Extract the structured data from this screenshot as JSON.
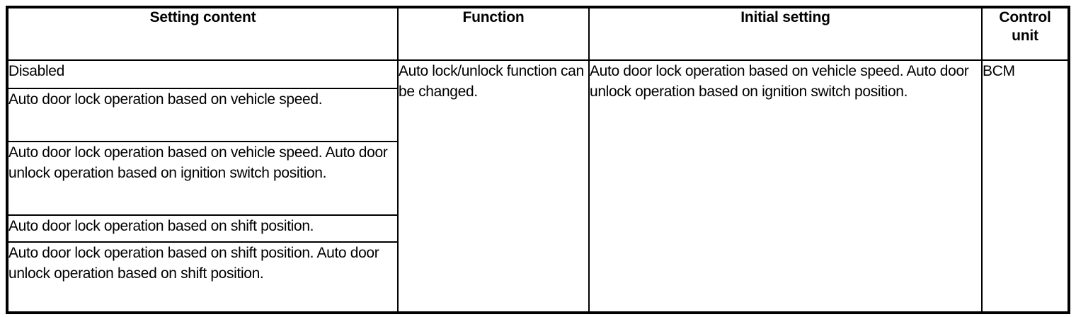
{
  "table": {
    "columns": [
      {
        "id": "setting_content",
        "label": "Setting content"
      },
      {
        "id": "function",
        "label": "Function"
      },
      {
        "id": "initial_setting",
        "label": "Initial setting"
      },
      {
        "id": "control_unit",
        "label_line1": "Control",
        "label_line2": "unit"
      }
    ],
    "setting_content_rows": [
      "Disabled",
      "Auto door lock operation based on vehicle speed.",
      "Auto door lock operation based on vehicle speed. Auto door unlock operation based on ignition switch position.",
      "Auto door lock operation based on shift position.",
      "Auto door lock operation based on shift position. Auto door unlock operation based on shift position."
    ],
    "function_value": "Auto lock/unlock function can be changed.",
    "initial_setting_value": "Auto door lock operation based on vehicle speed. Auto door unlock operation based on ignition switch position.",
    "control_unit_value": "BCM"
  },
  "colors": {
    "border": "#000000",
    "text": "#000000",
    "background": "#ffffff"
  }
}
